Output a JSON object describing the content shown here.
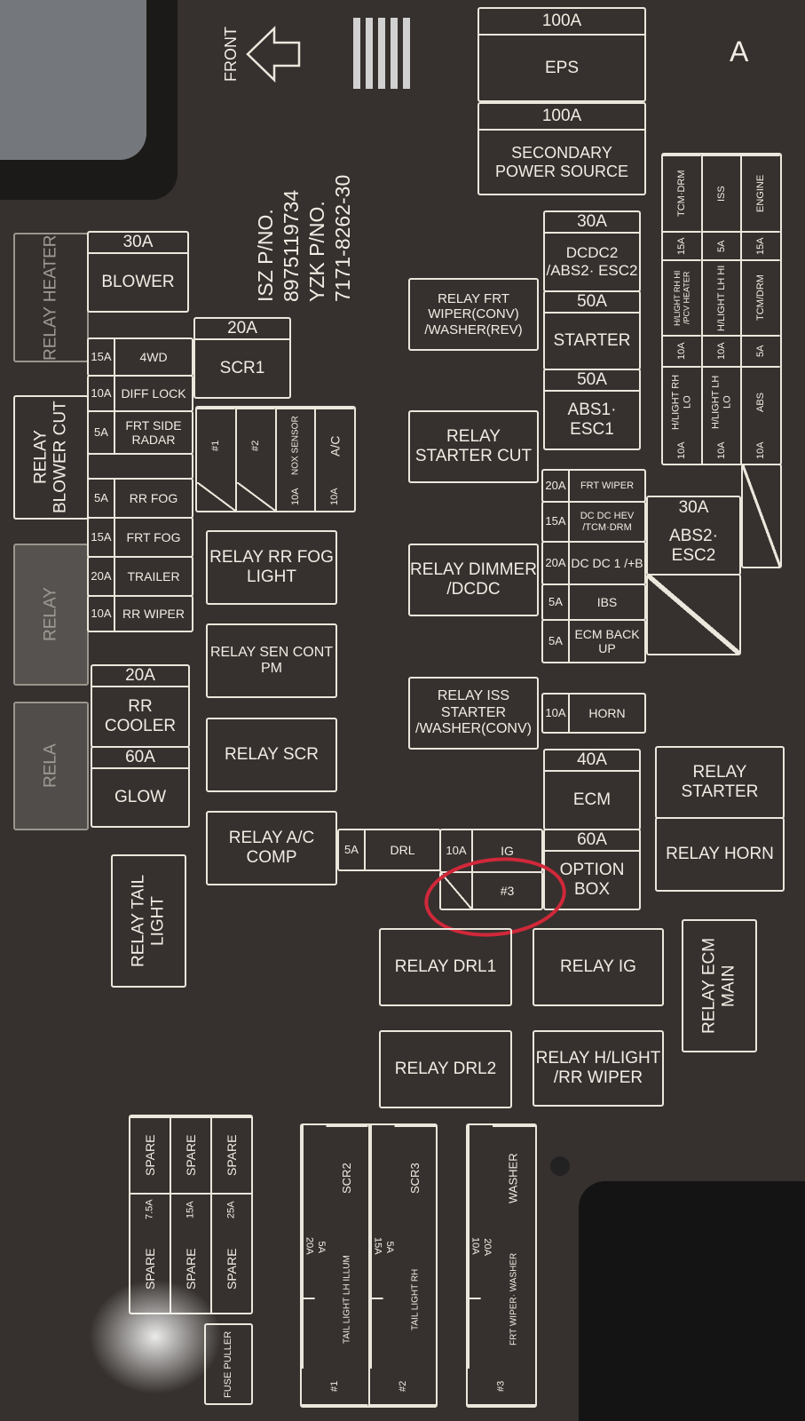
{
  "header": {
    "front": "FRONT",
    "corner_letter": "A",
    "part_numbers": [
      "ISZ P/NO.",
      "8975119734",
      "YZK P/NO.",
      "7171-8262-30"
    ]
  },
  "top": {
    "eps_amp": "100A",
    "eps": "EPS",
    "sec_amp": "100A",
    "sec": "SECONDARY POWER SOURCE"
  },
  "right_grid": [
    {
      "top": "TCM·DRM",
      "a1": "15A",
      "mid": "H/LIGHT RH HI /PCV HEATER",
      "a2": "10A",
      "low": "H/LIGHT RH LO",
      "a3": "10A"
    },
    {
      "top": "ISS",
      "a1": "5A",
      "mid": "H/LIGHT LH HI",
      "a2": "10A",
      "low": "H/LIGHT LH LO",
      "a3": "10A"
    },
    {
      "top": "ENGINE",
      "a1": "15A",
      "mid": "TCM/DRM",
      "a2": "5A",
      "low": "ABS",
      "a3": "10A"
    }
  ],
  "fuses": {
    "dcdc2_amp": "30A",
    "dcdc2": "DCDC2 /ABS2· ESC2",
    "starter_amp": "50A",
    "starter": "STARTER",
    "abs1_amp": "50A",
    "abs1": "ABS1· ESC1",
    "frt_wiper_amp": "20A",
    "frt_wiper": "FRT WIPER",
    "dcdc_hev_amp": "15A",
    "dcdc_hev": "DC DC HEV /TCM·DRM",
    "dcdc1_amp": "20A",
    "dcdc1": "DC DC 1 /+B",
    "ibs_amp": "5A",
    "ibs": "IBS",
    "ecm_bu_amp": "5A",
    "ecm_bu": "ECM BACK UP",
    "abs2_amp": "30A",
    "abs2": "ABS2· ESC2",
    "horn_amp": "10A",
    "horn": "HORN",
    "ecm_amp": "40A",
    "ecm": "ECM",
    "option_amp": "60A",
    "option": "OPTION BOX",
    "drl_amp": "5A",
    "drl": "DRL",
    "ig_amp": "10A",
    "ig": "IG",
    "num3": "#3",
    "scr1_amp": "20A",
    "scr1": "SCR1",
    "n1": "#1",
    "n2": "#2",
    "nox_amp": "10A",
    "nox": "NOX SENSOR",
    "ac_amp": "10A",
    "ac": "A/C",
    "blower_amp": "30A",
    "blower": "BLOWER",
    "left": [
      {
        "amp": "15A",
        "label": "4WD"
      },
      {
        "amp": "10A",
        "label": "DIFF LOCK"
      },
      {
        "amp": "5A",
        "label": "FRT SIDE RADAR"
      },
      {
        "amp": "5A",
        "label": "RR FOG"
      },
      {
        "amp": "15A",
        "label": "FRT FOG"
      },
      {
        "amp": "20A",
        "label": "TRAILER"
      },
      {
        "amp": "10A",
        "label": "RR WIPER"
      }
    ],
    "rr_cooler_amp": "20A",
    "rr_cooler": "RR COOLER",
    "glow_amp": "60A",
    "glow": "GLOW"
  },
  "relays": {
    "frt_wiper": "RELAY FRT WIPER(CONV) /WASHER(REV)",
    "starter_cut": "RELAY STARTER CUT",
    "dimmer": "RELAY DIMMER /DCDC",
    "iss": "RELAY ISS STARTER /WASHER(CONV)",
    "starter": "RELAY STARTER",
    "horn": "RELAY HORN",
    "ecm_main": "RELAY ECM MAIN",
    "ac_comp": "RELAY A/C COMP",
    "drl1": "RELAY DRL1",
    "ig": "RELAY IG",
    "drl2": "RELAY DRL2",
    "hlight": "RELAY H/LIGHT /RR WIPER",
    "sen": "RELAY SEN CONT PM",
    "scr": "RELAY SCR",
    "rr_fog": "RELAY RR FOG LIGHT",
    "heater": "RELAY HEATER",
    "blower_cut": "RELAY BLOWER CUT",
    "faded1": "RELAY",
    "faded2": "RELA",
    "tail": "RELAY TAIL LIGHT"
  },
  "bottom": {
    "spares": [
      {
        "a": "SPARE",
        "amp": "7.5A",
        "b": "SPARE"
      },
      {
        "a": "SPARE",
        "amp": "15A",
        "b": "SPARE"
      },
      {
        "a": "SPARE",
        "amp": "25A",
        "b": "SPARE"
      }
    ],
    "puller": "FUSE PULLER",
    "g1": {
      "num": "#1",
      "amp_a": "5A",
      "lab_a": "TAIL LIGHT LH ILLUM",
      "amp_b": "20A",
      "lab_b": "SCR2"
    },
    "g2": {
      "num": "#2",
      "amp_a": "5A",
      "lab_a": "TAIL LIGHT RH",
      "amp_b": "15A",
      "lab_b": "SCR3"
    },
    "g3": {
      "num": "#3",
      "amp_a": "20A",
      "lab_a": "FRT WIPER· WASHER",
      "amp_b": "10A",
      "lab_b": "WASHER"
    }
  },
  "colors": {
    "background": "#36312e",
    "lines": "#ece7dc",
    "annotation": "#d0283a"
  }
}
